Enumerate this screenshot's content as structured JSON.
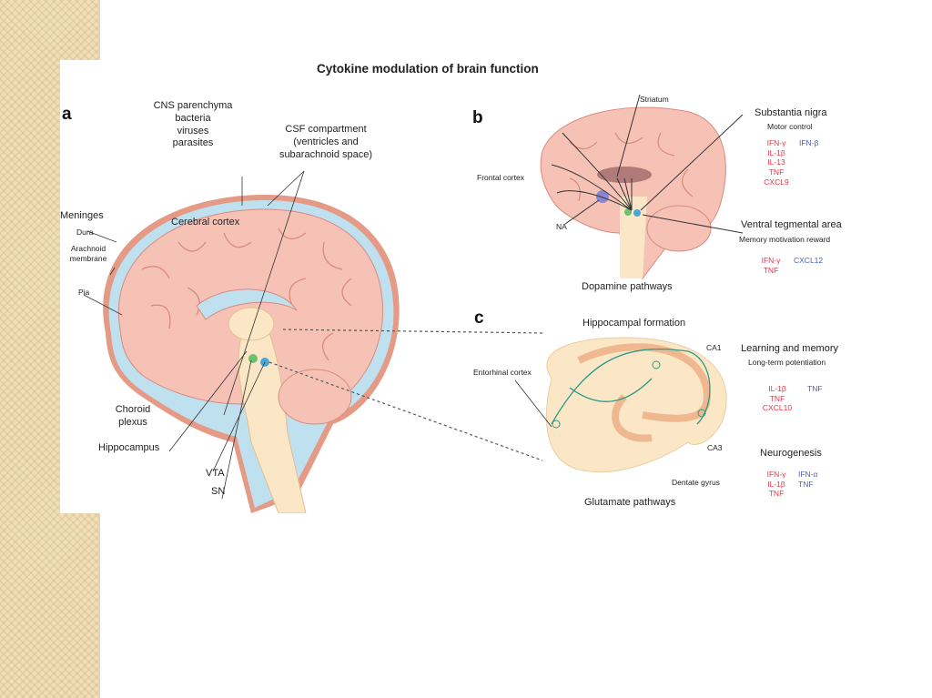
{
  "title": "Cytokine modulation of brain function",
  "panel_a": {
    "letter": "a",
    "cns": [
      "CNS parenchyma",
      "bacteria",
      "viruses",
      "parasites"
    ],
    "csf": [
      "CSF compartment",
      "(ventricles and",
      "subarachnoid space)"
    ],
    "meninges": "Meninges",
    "dura": "Dura",
    "arachnoid": [
      "Arachnoid",
      "membrane"
    ],
    "pia": "Pia",
    "cortex": "Cerebral cortex",
    "choroid": [
      "Choroid",
      "plexus"
    ],
    "hippocampus": "Hippocampus",
    "vta": "VTA",
    "sn": "SN"
  },
  "panel_b": {
    "letter": "b",
    "striatum": "Striatum",
    "frontal": "Frontal cortex",
    "na": "NA",
    "sn_title": "Substantia nigra",
    "sn_sub": "Motor control",
    "sn_red": [
      "IFN-γ",
      "IL-1β",
      "IL-13",
      "TNF",
      "CXCL9"
    ],
    "sn_blue": [
      "IFN-β"
    ],
    "vta_title": "Ventral tegmental area",
    "vta_sub": "Memory motivation reward",
    "vta_red": [
      "IFN-γ",
      "TNF"
    ],
    "vta_blue": [
      "CXCL12"
    ],
    "caption": "Dopamine pathways"
  },
  "panel_c": {
    "letter": "c",
    "title": "Hippocampal formation",
    "ca1": "CA1",
    "ca3": "CA3",
    "entorhinal": "Entorhinal cortex",
    "dentate": "Dentate gyrus",
    "lm_title": "Learning and memory",
    "lm_sub": "Long-term potentiation",
    "lm_red": [
      "IL-1β",
      "TNF",
      "CXCL10"
    ],
    "lm_blue": [
      "TNF"
    ],
    "neuro_title": "Neurogenesis",
    "neuro_red": [
      "IFN-γ",
      "IL-1β",
      "TNF"
    ],
    "neuro_blue": [
      "IFN-α",
      "TNF"
    ],
    "caption": "Glutamate pathways"
  },
  "colors": {
    "brain": "#f6c2b6",
    "csf": "#bfe0ee",
    "meninges": "#e59a86",
    "stem": "#fbe6c6",
    "red": "#e0344a",
    "blue": "#4a62b8"
  }
}
